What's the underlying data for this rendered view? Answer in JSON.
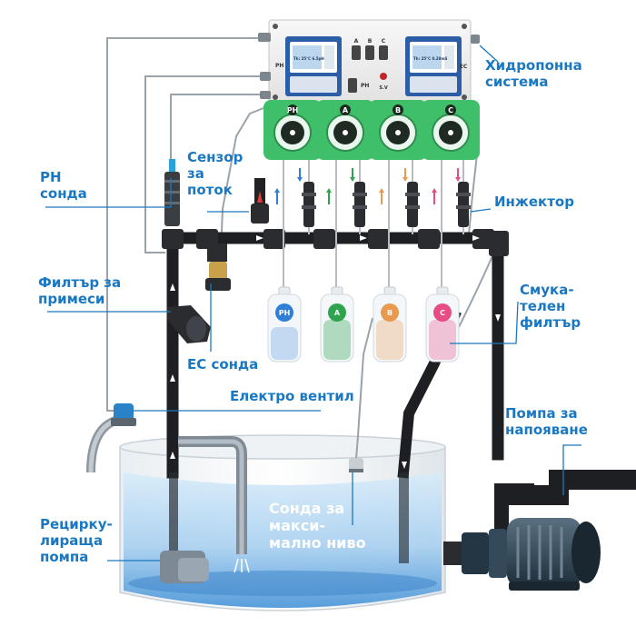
{
  "labels": {
    "hydroponic_system": [
      "Хидропонна",
      "система"
    ],
    "ph_probe": [
      "PH",
      "сонда"
    ],
    "flow_sensor": [
      "Сензор",
      "за",
      "поток"
    ],
    "injector": "Инжектор",
    "impurity_filter": [
      "Филтър за",
      "примеси"
    ],
    "suction_filter": [
      "Смука-",
      "телен",
      "филтър"
    ],
    "ec_probe": "ЕС сонда",
    "solenoid_valve": "Електро вентил",
    "irrigation_pump": [
      "Помпа за",
      "напояване"
    ],
    "max_level_probe": [
      "Сонда за",
      "макси-",
      "мално ниво"
    ],
    "recirculation_pump": [
      "Рецирку-",
      "лираща",
      "помпа"
    ]
  },
  "controller": {
    "ph_tag": "PH",
    "ec_tag": "EC",
    "abc": [
      "A",
      "B",
      "C"
    ],
    "ph_button": "PH",
    "sv_label": "S.V",
    "screen_left_line": "Th: 25°C   6.5pH",
    "screen_right_line": "Th: 25°C   0.28mS"
  },
  "pumps": [
    "PH",
    "A",
    "B",
    "C"
  ],
  "bottles": [
    "PH",
    "A",
    "B",
    "C"
  ],
  "colors": {
    "label": "#1a78c2",
    "pipe": "#1d1f22",
    "pump_green": "#3fbf6a",
    "water": "#4a96d8",
    "bottle_ph": "#2f7fd6",
    "bottle_a": "#2ea44f",
    "bottle_b": "#e99a4f",
    "bottle_c": "#e64d82"
  }
}
